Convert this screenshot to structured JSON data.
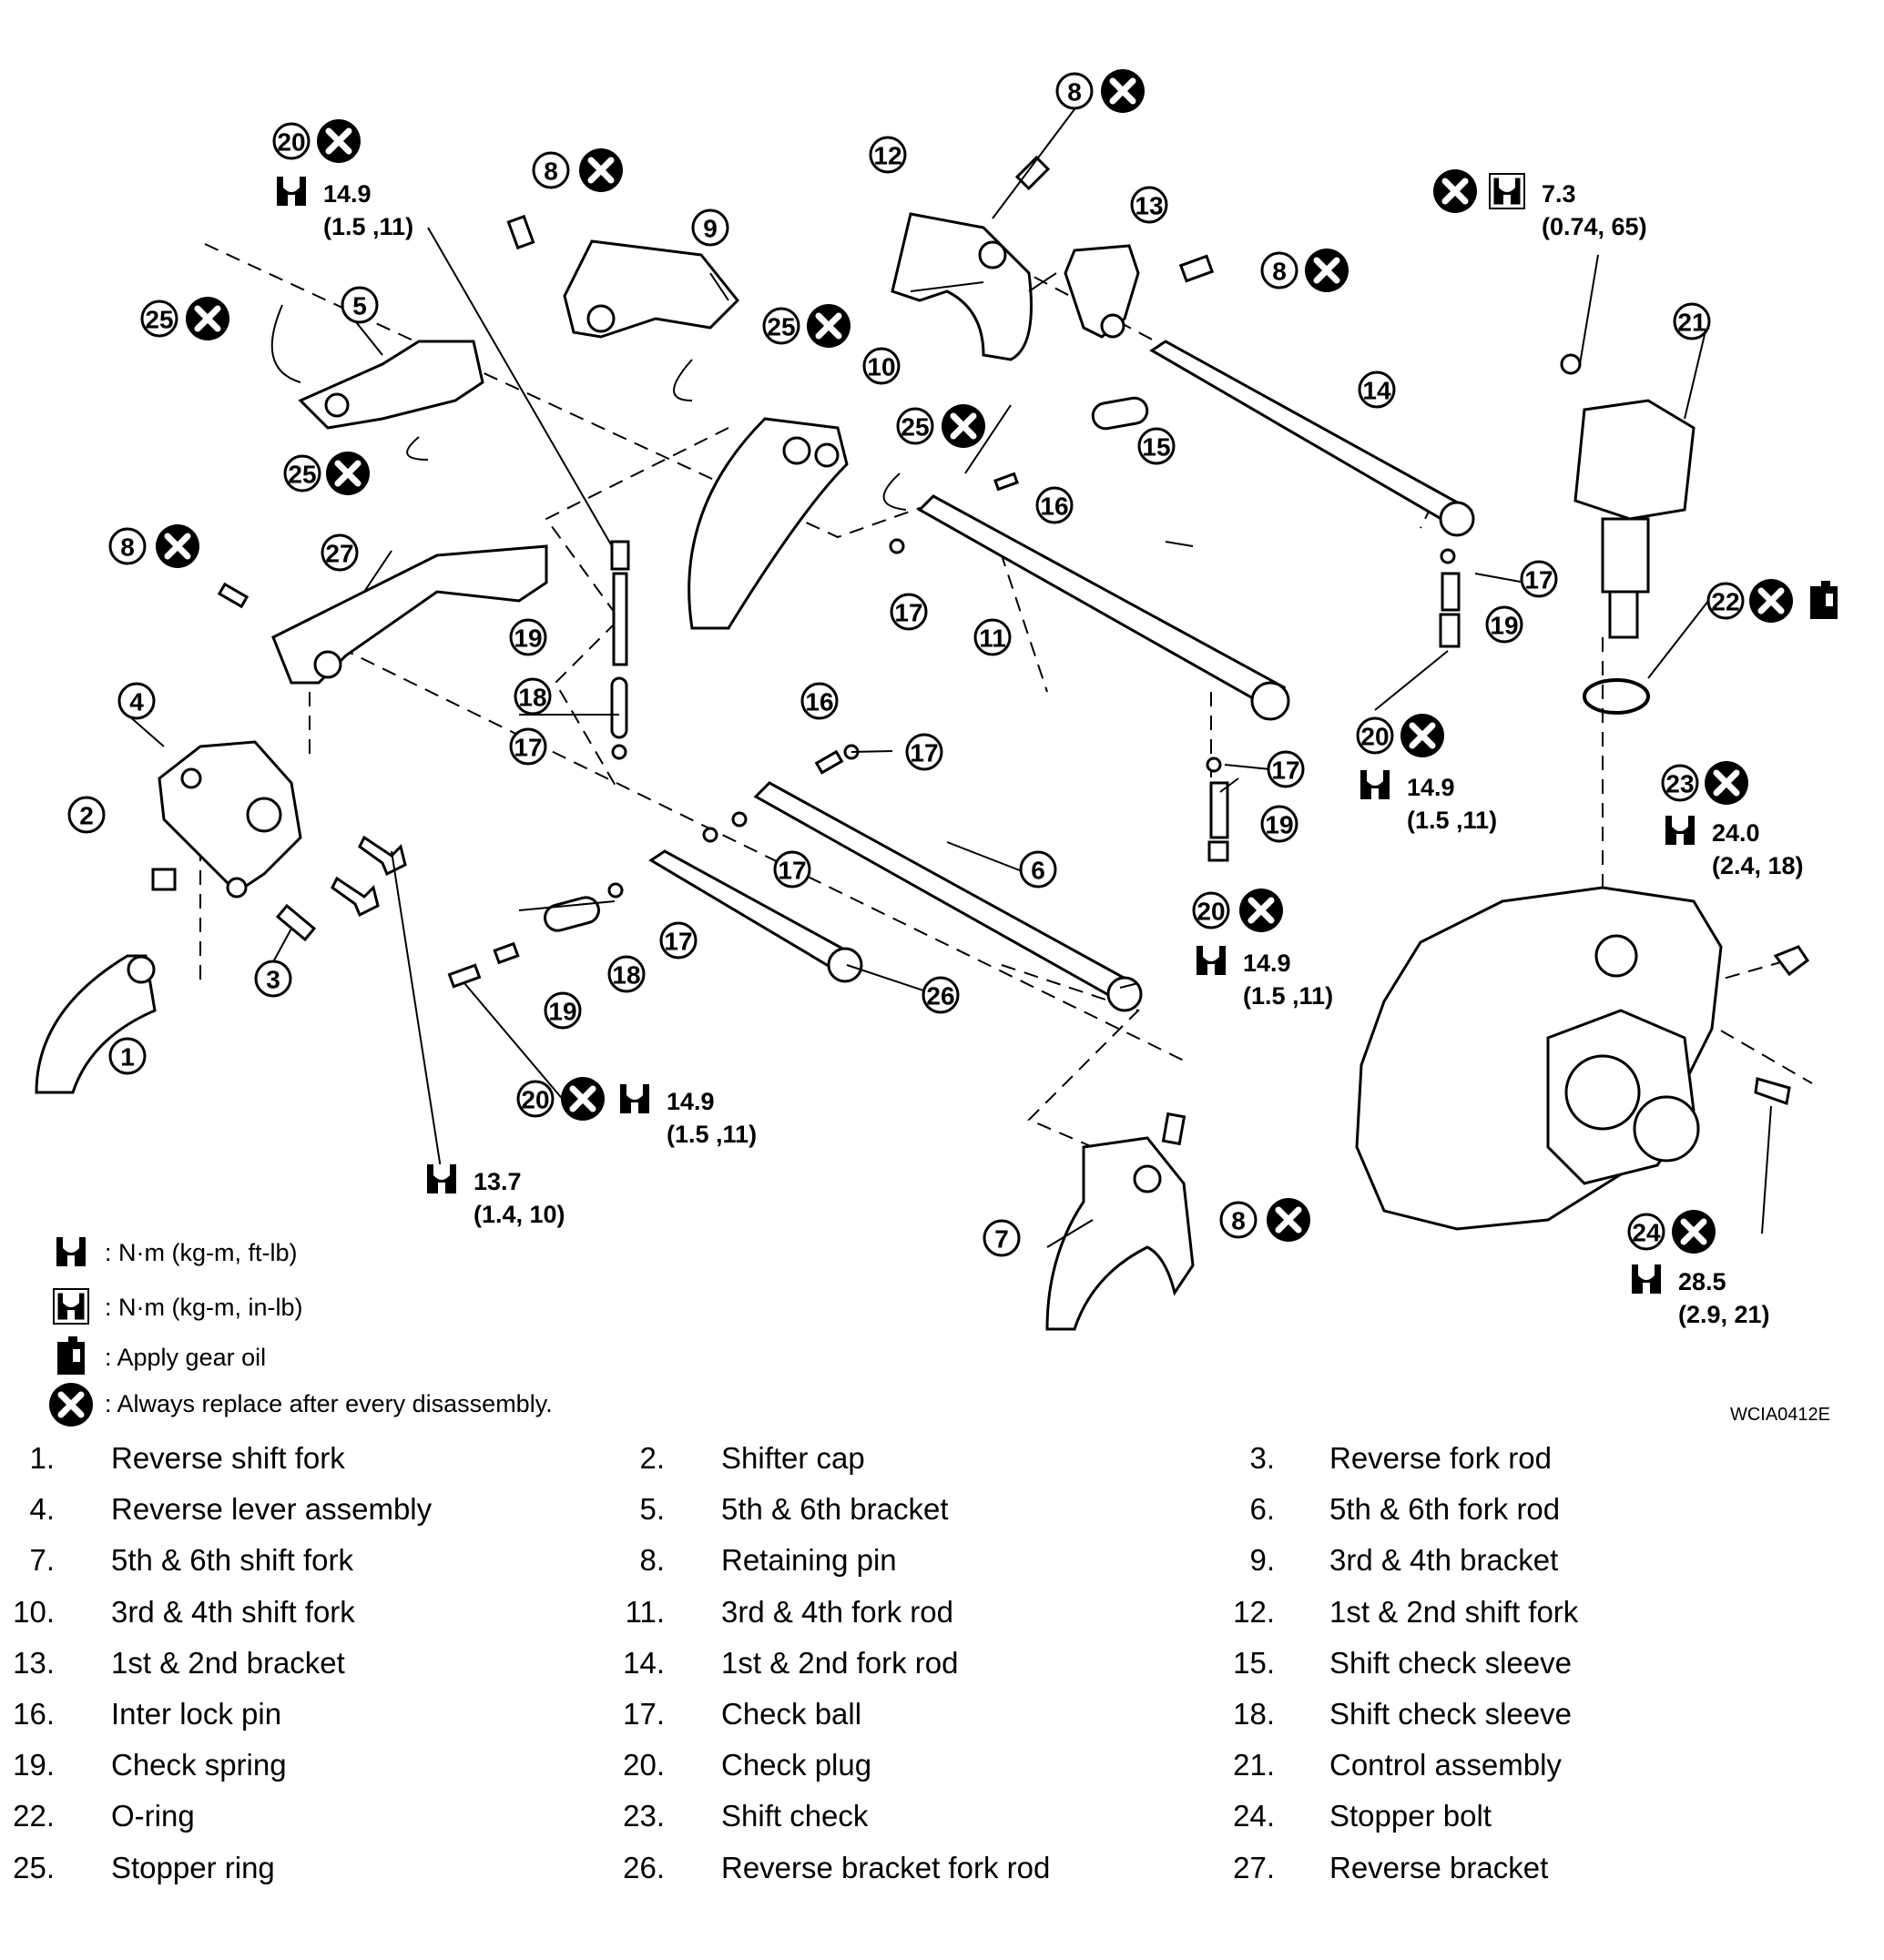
{
  "figure_id": "WCIA0412E",
  "torques": {
    "t20a": {
      "value": "14.9",
      "sub": "(1.5 ,11)"
    },
    "t21": {
      "value": "7.3",
      "sub": "(0.74, 65)"
    },
    "t20b": {
      "value": "14.9",
      "sub": "(1.5 ,11)"
    },
    "t20c": {
      "value": "14.9",
      "sub": "(1.5 ,11)"
    },
    "t20d": {
      "value": "14.9",
      "sub": "(1.5 ,11)"
    },
    "t23": {
      "value": "24.0",
      "sub": "(2.4, 18)"
    },
    "t24": {
      "value": "28.5",
      "sub": "(2.9, 21)"
    },
    "t13": {
      "value": "13.7",
      "sub": "(1.4, 10)"
    }
  },
  "legend": {
    "torque_ftlb": ": N·m (kg-m, ft-lb)",
    "torque_inlb": ": N·m (kg-m, in-lb)",
    "gear_oil": ": Apply gear oil",
    "replace": ": Always replace after every disassembly."
  },
  "parts": [
    {
      "n": "1.",
      "name": "Reverse shift fork"
    },
    {
      "n": "2.",
      "name": "Shifter cap"
    },
    {
      "n": "3.",
      "name": "Reverse fork rod"
    },
    {
      "n": "4.",
      "name": "Reverse lever assembly"
    },
    {
      "n": "5.",
      "name": "5th & 6th bracket"
    },
    {
      "n": "6.",
      "name": "5th & 6th fork rod"
    },
    {
      "n": "7.",
      "name": "5th & 6th shift fork"
    },
    {
      "n": "8.",
      "name": "Retaining pin"
    },
    {
      "n": "9.",
      "name": "3rd & 4th bracket"
    },
    {
      "n": "10.",
      "name": "3rd & 4th shift fork"
    },
    {
      "n": "11.",
      "name": "3rd & 4th fork rod"
    },
    {
      "n": "12.",
      "name": "1st & 2nd shift fork"
    },
    {
      "n": "13.",
      "name": "1st & 2nd bracket"
    },
    {
      "n": "14.",
      "name": "1st & 2nd fork rod"
    },
    {
      "n": "15.",
      "name": "Shift check sleeve"
    },
    {
      "n": "16.",
      "name": "Inter lock pin"
    },
    {
      "n": "17.",
      "name": "Check ball"
    },
    {
      "n": "18.",
      "name": "Shift check sleeve"
    },
    {
      "n": "19.",
      "name": "Check spring"
    },
    {
      "n": "20.",
      "name": "Check plug"
    },
    {
      "n": "21.",
      "name": "Control assembly"
    },
    {
      "n": "22.",
      "name": "O-ring"
    },
    {
      "n": "23.",
      "name": "Shift check"
    },
    {
      "n": "24.",
      "name": "Stopper bolt"
    },
    {
      "n": "25.",
      "name": "Stopper ring"
    },
    {
      "n": "26.",
      "name": "Reverse bracket fork rod"
    },
    {
      "n": "27.",
      "name": "Reverse bracket"
    }
  ]
}
